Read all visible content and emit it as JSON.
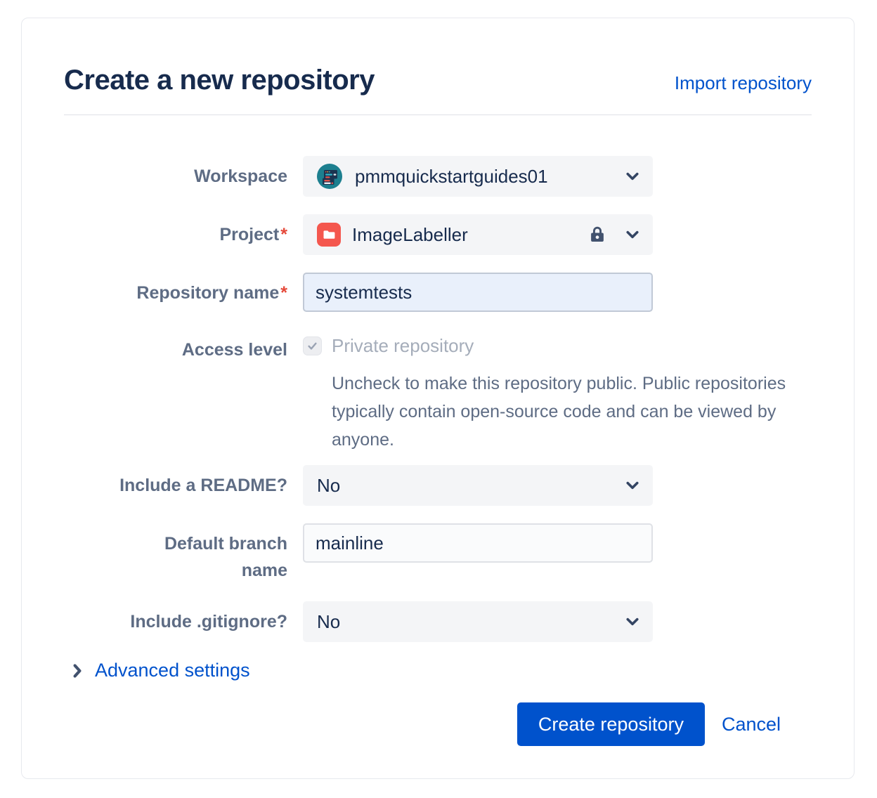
{
  "page": {
    "title": "Create a new repository",
    "import_link": "Import repository"
  },
  "form": {
    "required_marker": "*",
    "workspace": {
      "label": "Workspace",
      "value": "pmmquickstartguides01"
    },
    "project": {
      "label": "Project",
      "required": true,
      "value": "ImageLabeller",
      "locked": true
    },
    "repository_name": {
      "label": "Repository name",
      "required": true,
      "value": "systemtests"
    },
    "access_level": {
      "label": "Access level",
      "checkbox_label": "Private repository",
      "checked": true,
      "disabled": true,
      "help_text": "Uncheck to make this repository public. Public repositories typically contain open-source code and can be viewed by anyone."
    },
    "include_readme": {
      "label": "Include a README?",
      "value": "No"
    },
    "default_branch": {
      "label": "Default branch name",
      "value": "mainline"
    },
    "include_gitignore": {
      "label": "Include .gitignore?",
      "value": "No"
    },
    "advanced_settings": {
      "label": "Advanced settings"
    }
  },
  "actions": {
    "create_label": "Create repository",
    "cancel_label": "Cancel"
  },
  "icons": {
    "workspace_avatar": "teal circle with browser windows",
    "project_badge": "red rounded square with white folder",
    "lock": "locked padlock",
    "chevron_down": "dropdown caret",
    "checkmark": "gray check",
    "chevron_right": "expand caret"
  },
  "colors": {
    "primary_blue": "#0052CC",
    "heading": "#172B4D",
    "label_gray": "#5E6C84",
    "field_bg": "#F4F5F7",
    "repo_input_bg": "#E9F0FB",
    "disabled_text": "#A5ADBA",
    "required_red": "#E5493A",
    "avatar_teal": "#1D7F8F",
    "project_red": "#F4574E",
    "icon_slate": "#42526E"
  }
}
